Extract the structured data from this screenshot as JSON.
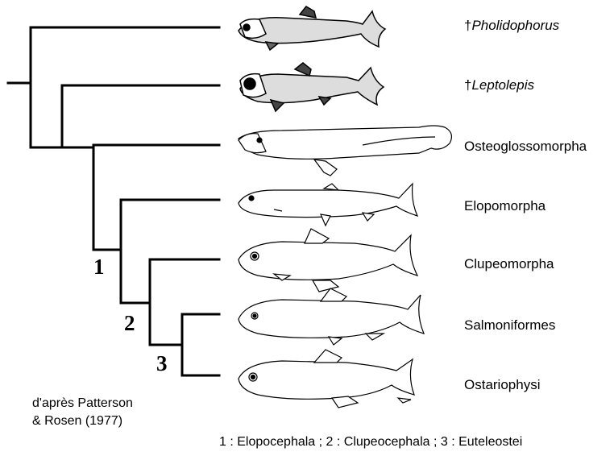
{
  "taxa": [
    {
      "dagger": "†",
      "name": "Pholidophorus",
      "italic": true
    },
    {
      "dagger": "†",
      "name": "Leptolepis",
      "italic": true
    },
    {
      "dagger": "",
      "name": "Osteoglossomorpha",
      "italic": false
    },
    {
      "dagger": "",
      "name": "Elopomorpha",
      "italic": false
    },
    {
      "dagger": "",
      "name": "Clupeomorpha",
      "italic": false
    },
    {
      "dagger": "",
      "name": "Salmoniformes",
      "italic": false
    },
    {
      "dagger": "",
      "name": "Ostariophysi",
      "italic": false
    }
  ],
  "node_numbers": [
    "1",
    "2",
    "3"
  ],
  "credit": {
    "line1": "d'après Patterson",
    "line2": "& Rosen (1977)"
  },
  "legend": "1 : Elopocephala ; 2 : Clupeocephala ; 3 : Euteleostei",
  "colors": {
    "ink": "#000000",
    "fish_fill": "#ffffff",
    "fish_dark": "#444444"
  }
}
